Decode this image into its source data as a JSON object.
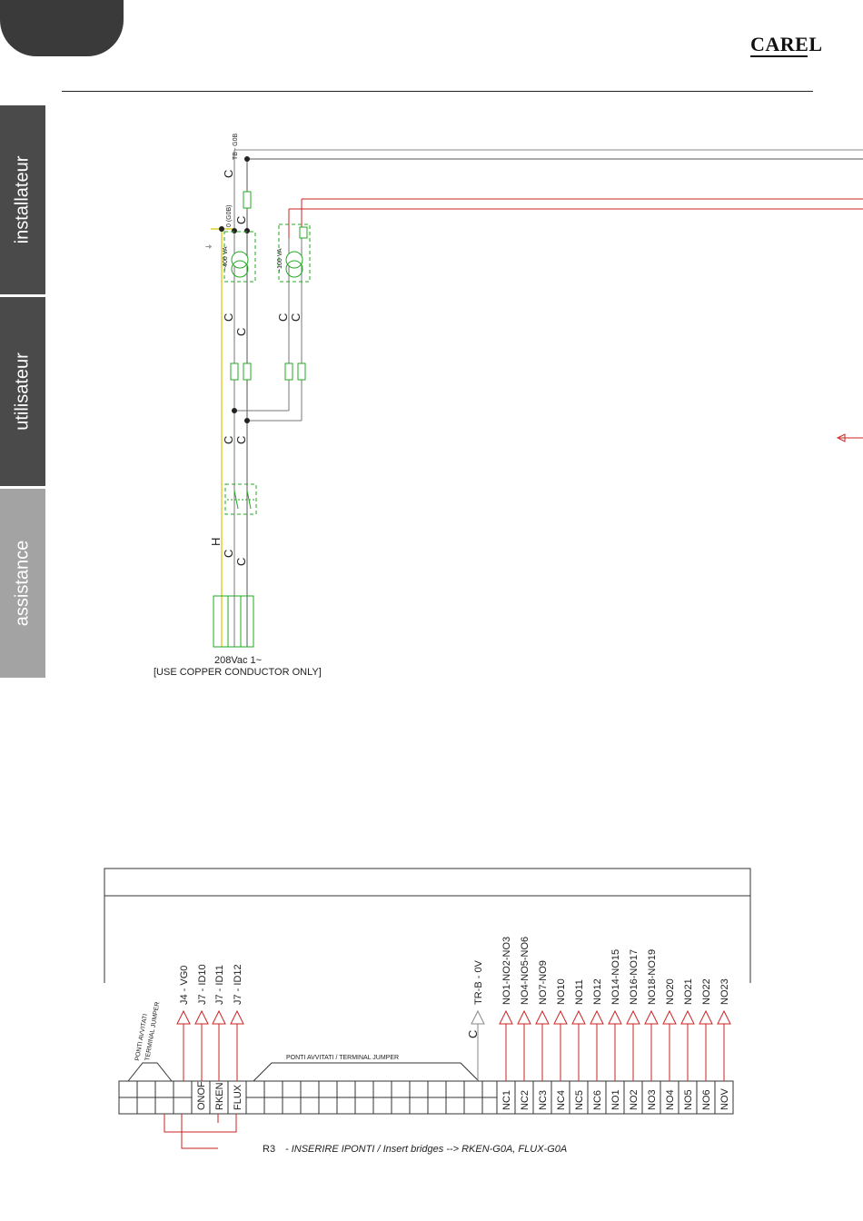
{
  "brand": {
    "name": "CAREL"
  },
  "sidebar": {
    "tabs": [
      {
        "label": "installateur"
      },
      {
        "label": "utilisateur"
      },
      {
        "label": "assistance"
      }
    ]
  },
  "diagram_top": {
    "tb_label": "TB - G0B",
    "zero_label": "0 (G0B)",
    "ground_symbol": "⏚",
    "transformer_left": "~400 VA",
    "transformer_right": "~100 VA",
    "wire_letter_c": "C",
    "wire_letter_h": "H",
    "supply_voltage": "208Vac  1~",
    "supply_note": "[USE COPPER  CONDUCTOR   ONLY]"
  },
  "diagram_bottom": {
    "jumper_label_1": "PONTI AVVITATI",
    "jumper_label_2": "TERMINAL JUMPER",
    "jumper_middle": "PONTI AVVITATI / TERMINAL JUMPER",
    "arrow_labels": [
      "J4 - VG0",
      "J7 - ID10",
      "J7 - ID11",
      "J7 - ID12",
      "TR-B - 0V",
      "NO1-NO2-NO3",
      "NO4-NO5-NO6",
      "NO7-NO9",
      "NO10",
      "NO11",
      "NO12",
      "NO14-NO15",
      "NO16-NO17",
      "NO18-NO19",
      "NO20",
      "NO21",
      "NO22",
      "NO23"
    ],
    "c_label": "C",
    "terminal_labels": [
      "ONOF",
      "RKEN",
      "FLUX",
      "NC1",
      "NC2",
      "NC3",
      "NC4",
      "NC5",
      "NC6",
      "NO1",
      "NO2",
      "NO3",
      "NO4",
      "NO5",
      "NO6",
      "NOV"
    ],
    "note_id": "R3",
    "note_text": "- INSERIRE IPONTI / Insert bridges --> RKEN-G0A,  FLUX-G0A"
  },
  "colors": {
    "red_wire": "#cc2222",
    "yellow_wire": "#d8c400",
    "green_box": "#22aa22",
    "dark": "#333333"
  }
}
